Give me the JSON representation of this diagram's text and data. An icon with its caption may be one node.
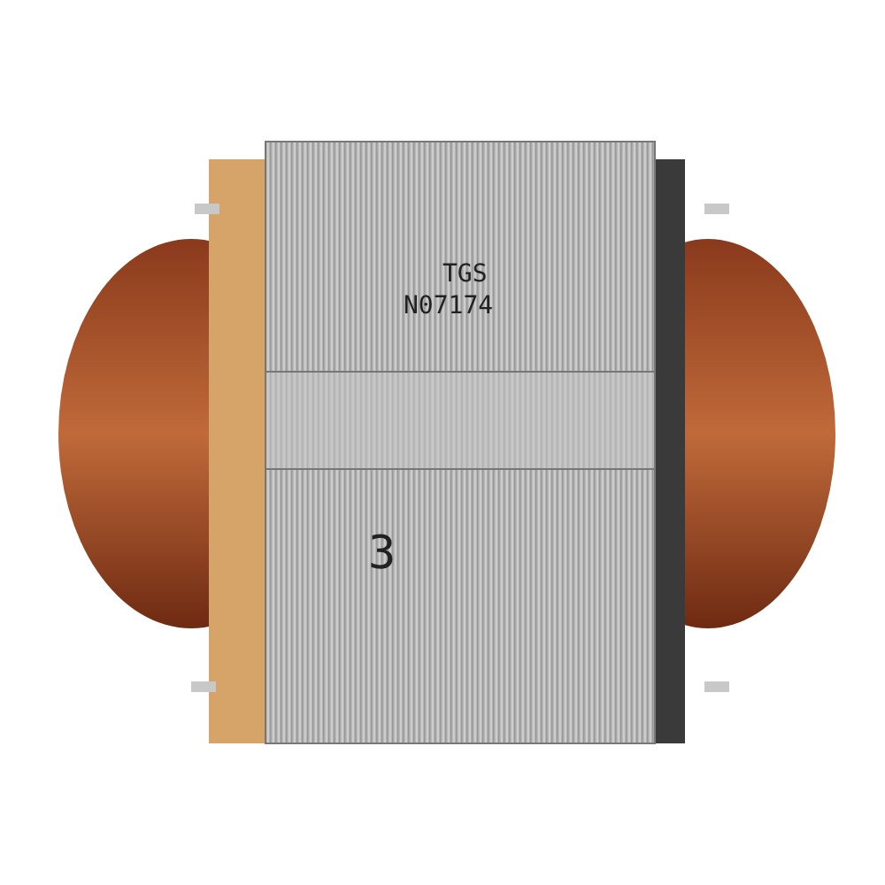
{
  "diagram": {
    "labels": [
      "TGS",
      "N07174",
      "3"
    ]
  }
}
